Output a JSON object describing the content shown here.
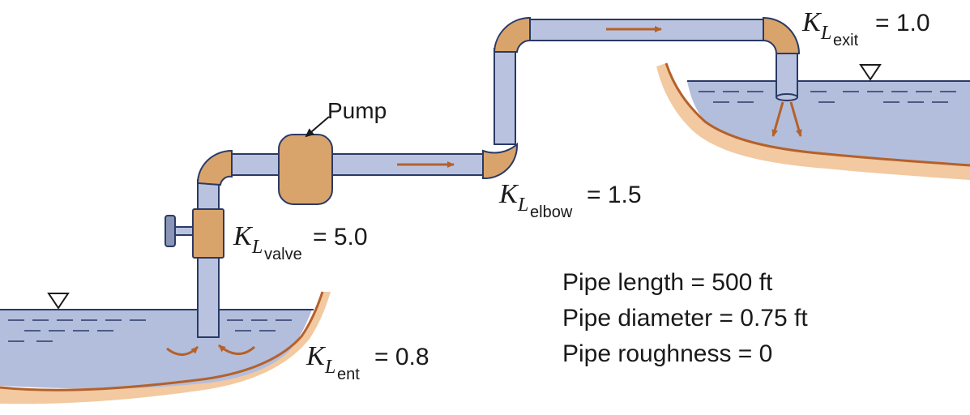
{
  "labels": {
    "pump": "Pump",
    "k_symbol": "K",
    "l_symbol": "L",
    "valve_sub": "valve",
    "valve_value": "= 5.0",
    "elbow_sub": "elbow",
    "elbow_value": "= 1.5",
    "exit_sub": "exit",
    "exit_value": "= 1.0",
    "ent_sub": "ent",
    "ent_value": "= 0.8"
  },
  "specs": {
    "length": "Pipe length = 500 ft",
    "diameter": "Pipe diameter = 0.75 ft",
    "roughness": "Pipe roughness = 0"
  },
  "colors": {
    "pipe_fill": "#b9c3e0",
    "pipe_stroke": "#2a3a66",
    "fitting": "#d9a46c",
    "arrow": "#b5612a",
    "water": "#b3bedd",
    "ground": "#f2c9a0",
    "ground_line": "#b5612a"
  }
}
